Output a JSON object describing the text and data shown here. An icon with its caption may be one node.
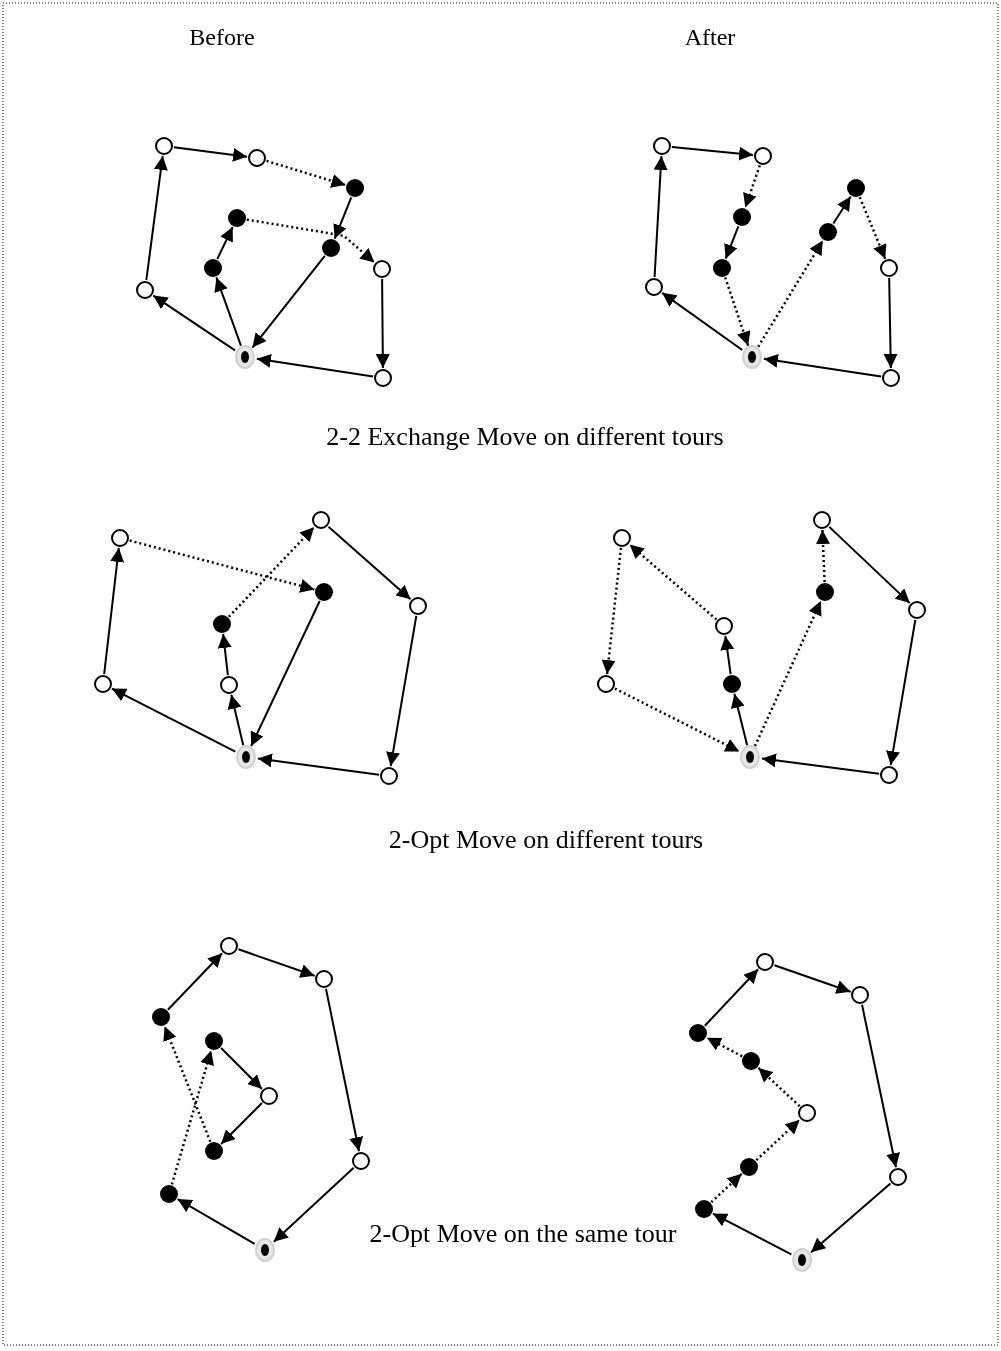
{
  "diagram": {
    "nodes": [
      {
        "text": [],
        "shape": "circle"
      },
      {
        "text": [],
        "shape": "circle"
      },
      {
        "text": [],
        "shape": "dot"
      },
      {
        "text": [],
        "shape": "dot"
      },
      {
        "text": [],
        "shape": "dot"
      },
      {
        "text": [],
        "shape": "dot"
      },
      {
        "text": [],
        "shape": "circle"
      },
      {
        "text": [],
        "shape": "circle"
      },
      {
        "text": [],
        "shape": "ring"
      },
      {
        "text": [],
        "shape": "circle"
      },
      {
        "text": [],
        "shape": "circle"
      },
      {
        "text": [],
        "shape": "circle"
      },
      {
        "text": [],
        "shape": "dot"
      },
      {
        "text": [],
        "shape": "dot"
      },
      {
        "text": [],
        "shape": "dot"
      },
      {
        "text": [],
        "shape": "dot"
      },
      {
        "text": [],
        "shape": "circle"
      },
      {
        "text": [],
        "shape": "circle"
      },
      {
        "text": [],
        "shape": "ring"
      },
      {
        "text": [],
        "shape": "circle"
      },
      {
        "text": [],
        "shape": "circle"
      },
      {
        "text": [],
        "shape": "circle"
      },
      {
        "text": [],
        "shape": "dot"
      },
      {
        "text": [],
        "shape": "circle"
      },
      {
        "text": [],
        "shape": "dot"
      },
      {
        "text": [],
        "shape": "circle"
      },
      {
        "text": [],
        "shape": "circle"
      },
      {
        "text": [],
        "shape": "ring"
      },
      {
        "text": [],
        "shape": "circle"
      },
      {
        "text": [],
        "shape": "circle"
      },
      {
        "text": [],
        "shape": "circle"
      },
      {
        "text": [],
        "shape": "dot"
      },
      {
        "text": [],
        "shape": "circle"
      },
      {
        "text": [],
        "shape": "circle"
      },
      {
        "text": [],
        "shape": "circle"
      },
      {
        "text": [],
        "shape": "dot"
      },
      {
        "text": [],
        "shape": "ring"
      },
      {
        "text": [],
        "shape": "circle"
      },
      {
        "text": [],
        "shape": "circle"
      },
      {
        "text": [],
        "shape": "circle"
      },
      {
        "text": [],
        "shape": "dot"
      },
      {
        "text": [],
        "shape": "dot"
      },
      {
        "text": [],
        "shape": "circle"
      },
      {
        "text": [],
        "shape": "dot"
      },
      {
        "text": [],
        "shape": "circle"
      },
      {
        "text": [],
        "shape": "dot"
      },
      {
        "text": [],
        "shape": "ring"
      },
      {
        "text": [],
        "shape": "circle"
      },
      {
        "text": [],
        "shape": "circle"
      },
      {
        "text": [],
        "shape": "dot"
      },
      {
        "text": [],
        "shape": "dot"
      },
      {
        "text": [],
        "shape": "circle"
      },
      {
        "text": [],
        "shape": "dot"
      },
      {
        "text": [],
        "shape": "circle"
      },
      {
        "text": [],
        "shape": "dot"
      },
      {
        "text": [],
        "shape": "ring"
      }
    ],
    "edges": [
      {
        "from": 8,
        "to": 7,
        "arrow": "to"
      },
      {
        "from": 7,
        "to": 0,
        "arrow": "to"
      },
      {
        "from": 0,
        "to": 1,
        "arrow": "to"
      },
      {
        "from": 1,
        "to": 2,
        "arrow": "to",
        "style": "dashed"
      },
      {
        "from": 2,
        "to": 4,
        "arrow": "to"
      },
      {
        "from": 4,
        "to": 8,
        "arrow": "to"
      },
      {
        "from": 8,
        "to": 5,
        "arrow": "to"
      },
      {
        "from": 5,
        "to": 3,
        "arrow": "to"
      },
      {
        "from": 3,
        "to": 6,
        "arrow": "to",
        "style": "dashed"
      },
      {
        "from": 6,
        "to": 9,
        "arrow": "to"
      },
      {
        "from": 9,
        "to": 8,
        "arrow": "to"
      },
      {
        "from": 18,
        "to": 17,
        "arrow": "to"
      },
      {
        "from": 17,
        "to": 10,
        "arrow": "to"
      },
      {
        "from": 10,
        "to": 11,
        "arrow": "to"
      },
      {
        "from": 11,
        "to": 13,
        "arrow": "to",
        "style": "dashed"
      },
      {
        "from": 13,
        "to": 15,
        "arrow": "to"
      },
      {
        "from": 15,
        "to": 18,
        "arrow": "to",
        "style": "dashed"
      },
      {
        "from": 18,
        "to": 14,
        "arrow": "to",
        "style": "dashed"
      },
      {
        "from": 14,
        "to": 12,
        "arrow": "to"
      },
      {
        "from": 12,
        "to": 16,
        "arrow": "to",
        "style": "dashed"
      },
      {
        "from": 16,
        "to": 19,
        "arrow": "to"
      },
      {
        "from": 19,
        "to": 18,
        "arrow": "to"
      },
      {
        "from": 27,
        "to": 25,
        "arrow": "to"
      },
      {
        "from": 25,
        "to": 21,
        "arrow": "to"
      },
      {
        "from": 21,
        "to": 22,
        "arrow": "to",
        "style": "dashed"
      },
      {
        "from": 22,
        "to": 27,
        "arrow": "to"
      },
      {
        "from": 27,
        "to": 26,
        "arrow": "to"
      },
      {
        "from": 26,
        "to": 24,
        "arrow": "to"
      },
      {
        "from": 24,
        "to": 20,
        "arrow": "to",
        "style": "dashed"
      },
      {
        "from": 20,
        "to": 23,
        "arrow": "to"
      },
      {
        "from": 23,
        "to": 28,
        "arrow": "to"
      },
      {
        "from": 28,
        "to": 27,
        "arrow": "to"
      },
      {
        "from": 36,
        "to": 35,
        "arrow": "to"
      },
      {
        "from": 35,
        "to": 33,
        "arrow": "to"
      },
      {
        "from": 33,
        "to": 30,
        "arrow": "to",
        "style": "dashed"
      },
      {
        "from": 30,
        "to": 34,
        "arrow": "to",
        "style": "dashed"
      },
      {
        "from": 34,
        "to": 36,
        "arrow": "to",
        "style": "dashed"
      },
      {
        "from": 36,
        "to": 31,
        "arrow": "to",
        "style": "dashed"
      },
      {
        "from": 31,
        "to": 29,
        "arrow": "to",
        "style": "dashed"
      },
      {
        "from": 29,
        "to": 32,
        "arrow": "to"
      },
      {
        "from": 32,
        "to": 37,
        "arrow": "to"
      },
      {
        "from": 37,
        "to": 36,
        "arrow": "to"
      },
      {
        "from": 46,
        "to": 45,
        "arrow": "to"
      },
      {
        "from": 45,
        "to": 41,
        "arrow": "to",
        "style": "dashed"
      },
      {
        "from": 41,
        "to": 42,
        "arrow": "to"
      },
      {
        "from": 42,
        "to": 43,
        "arrow": "to"
      },
      {
        "from": 43,
        "to": 40,
        "arrow": "to",
        "style": "dashed"
      },
      {
        "from": 40,
        "to": 38,
        "arrow": "to"
      },
      {
        "from": 38,
        "to": 39,
        "arrow": "to"
      },
      {
        "from": 39,
        "to": 44,
        "arrow": "to"
      },
      {
        "from": 44,
        "to": 46,
        "arrow": "to"
      },
      {
        "from": 55,
        "to": 54,
        "arrow": "to"
      },
      {
        "from": 54,
        "to": 52,
        "arrow": "to",
        "style": "dashed"
      },
      {
        "from": 52,
        "to": 51,
        "arrow": "to",
        "style": "dashed"
      },
      {
        "from": 51,
        "to": 50,
        "arrow": "to",
        "style": "dashed"
      },
      {
        "from": 50,
        "to": 49,
        "arrow": "to",
        "style": "dashed"
      },
      {
        "from": 49,
        "to": 47,
        "arrow": "to"
      },
      {
        "from": 47,
        "to": 48,
        "arrow": "to"
      },
      {
        "from": 48,
        "to": 53,
        "arrow": "to"
      },
      {
        "from": 53,
        "to": 55,
        "arrow": "to"
      }
    ],
    "labels": [
      "Before",
      "After",
      "2-2 Exchange Move on different tours",
      "2-Opt Move on different tours",
      "2-Opt Move on the same tour"
    ]
  }
}
